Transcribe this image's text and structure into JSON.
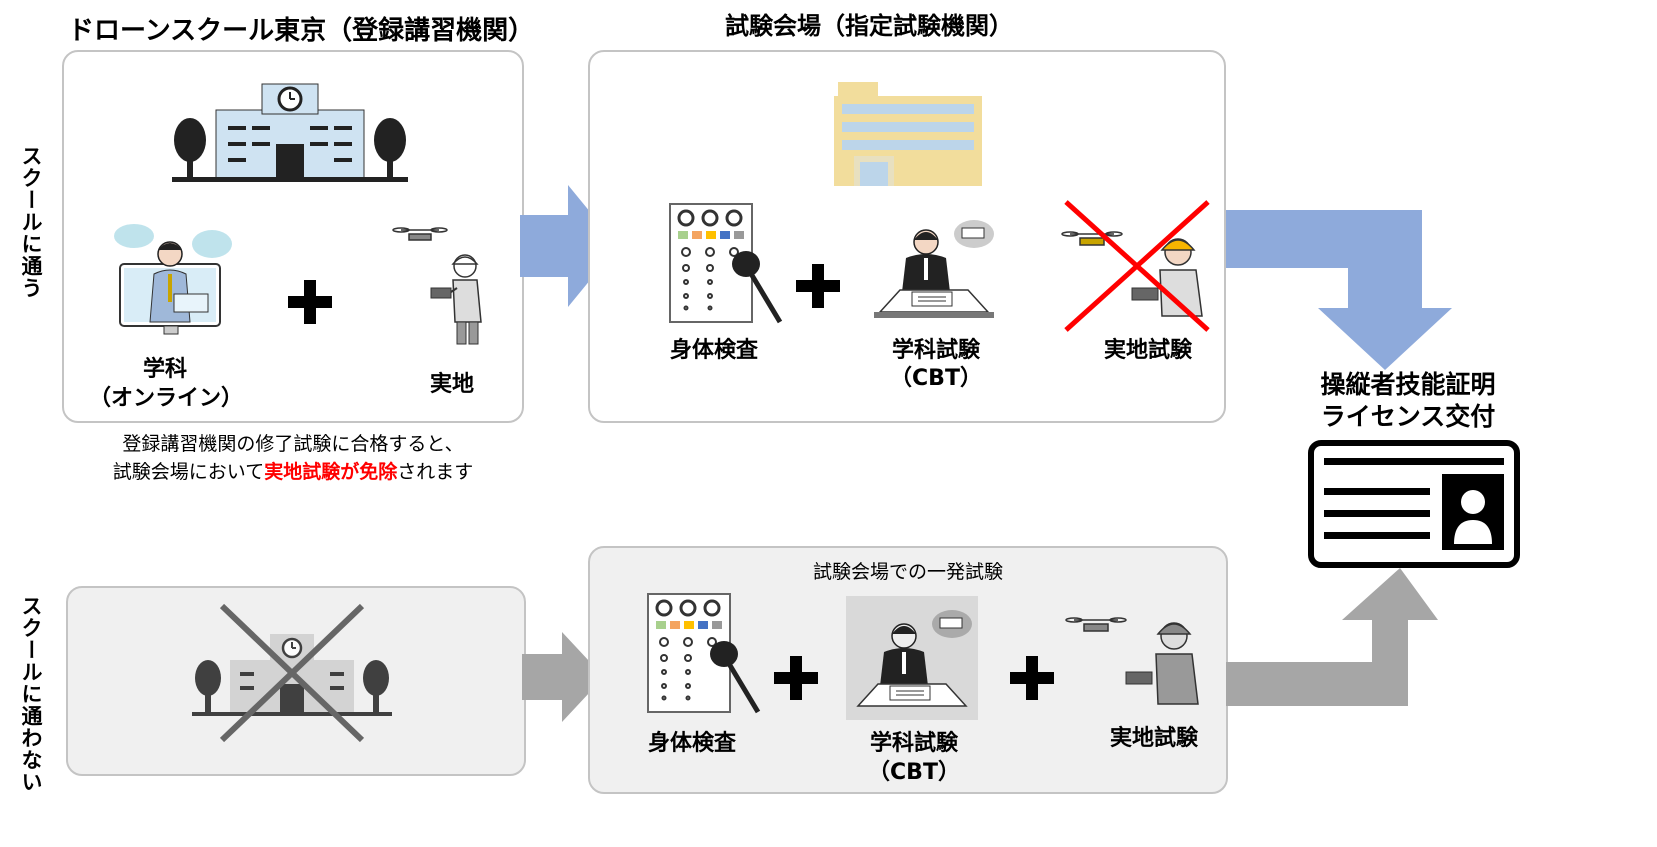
{
  "school": {
    "title": "ドローンスクール東京（登録講習機関）",
    "label_gakka": "学科",
    "label_online": "（オンライン）",
    "label_jitchi": "実地",
    "note_line1": "登録講習機関の修了試験に合格すると、",
    "note_line2_pre": "試験会場において",
    "note_line2_red": "実地試験が免除",
    "note_line2_post": "されます"
  },
  "exam_venue": {
    "title": "試験会場（指定試験機関）",
    "label_shintai": "身体検査",
    "label_gakka": "学科試験",
    "label_cbt": "（CBT）",
    "label_jitchi": "実地試験"
  },
  "row_labels": {
    "attend": "スクールに通う",
    "not_attend": "スクールに通わない"
  },
  "oneshot": {
    "title": "試験会場での一発試験",
    "label_shintai": "身体検査",
    "label_gakka": "学科試験",
    "label_cbt": "（CBT）",
    "label_jitchi": "実地試験"
  },
  "license": {
    "line1": "操縦者技能証明",
    "line2": "ライセンス交付"
  },
  "colors": {
    "arrow_blue": "#8eaadb",
    "arrow_gray": "#a6a6a6",
    "building_blue": "#cfe3f2",
    "building_yellow": "#f2dd9c",
    "cross_red": "#ff0000",
    "panel_border": "#c4c4c4"
  },
  "icons": [
    "school-building-icon",
    "clock-icon",
    "tree-icon",
    "teacher-monitor-icon",
    "drone-pilot-icon",
    "office-building-icon",
    "eye-chart-icon",
    "cbt-exam-icon",
    "license-card-icon",
    "plus-icon",
    "cross-mark-icon"
  ]
}
